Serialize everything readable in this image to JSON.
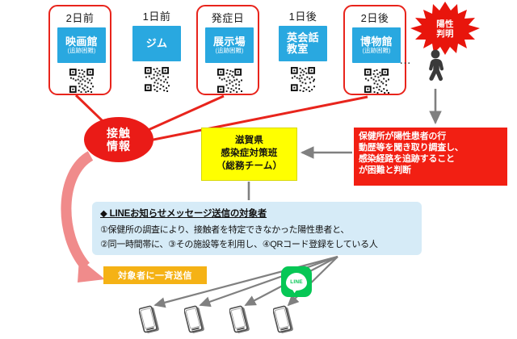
{
  "timeline": {
    "cards": [
      {
        "day": "2日前",
        "place": "映画館",
        "note": "(追跡困難)",
        "marked": true,
        "has_qr": true,
        "qr_icon": "qr-code-icon"
      },
      {
        "day": "1日前",
        "place": "ジム",
        "note": "",
        "marked": false,
        "has_qr": true,
        "qr_icon": "qr-code-icon"
      },
      {
        "day": "発症日",
        "place": "展示場",
        "note": "(追跡困難)",
        "marked": true,
        "has_qr": true,
        "qr_icon": "qr-code-icon"
      },
      {
        "day": "1日後",
        "place": "英会話\n教室",
        "note": "",
        "marked": false,
        "has_qr": true,
        "qr_icon": "qr-code-icon"
      },
      {
        "day": "2日後",
        "place": "博物館",
        "note": "(追跡困難)",
        "marked": true,
        "has_qr": true,
        "qr_icon": "qr-code-icon"
      }
    ],
    "ellipsis": "…"
  },
  "burst": {
    "line1": "陽性",
    "line2": "判明",
    "icon": "starburst-icon"
  },
  "walker": {
    "icon": "walking-person-icon"
  },
  "contact_ellipse": {
    "line1": "接触",
    "line2": "情報"
  },
  "prefecture_box": {
    "line1": "滋賀県",
    "line2": "感染症対策班",
    "line3": "（総務チーム）"
  },
  "red_note_box": {
    "line1": "保健所が陽性患者の行",
    "line2": "動歴等を聞き取り調査し、",
    "line3": "感染経路を追跡すること",
    "line4": "が困難と判断"
  },
  "blue_panel": {
    "header": "◆ LINEお知らせメッセージ送信の対象者",
    "line1": "①保健所の調査により、接触者を特定できなかった陽性患者と、",
    "line2": "②同一時間帯に、③その施設等を利用し、④QRコード登録をしている人"
  },
  "orange_banner": {
    "label": "対象者に一斉送信"
  },
  "line_logo": {
    "label": "LINE",
    "icon": "line-app-icon"
  },
  "phones": [
    {
      "icon": "smartphone-icon"
    },
    {
      "icon": "smartphone-icon"
    },
    {
      "icon": "smartphone-icon"
    },
    {
      "icon": "smartphone-icon"
    }
  ],
  "colors": {
    "tile_blue": "#29a8e0",
    "marker_red": "#e8241c",
    "ellipse_red": "#ea1b17",
    "box_red": "#f21f13",
    "yellow": "#ffff00",
    "panel_blue": "#d6ebf7",
    "orange": "#f5b215",
    "line_green": "#06c755",
    "pink_arrow": "#f08b8b",
    "gray_arrow": "#808080"
  }
}
